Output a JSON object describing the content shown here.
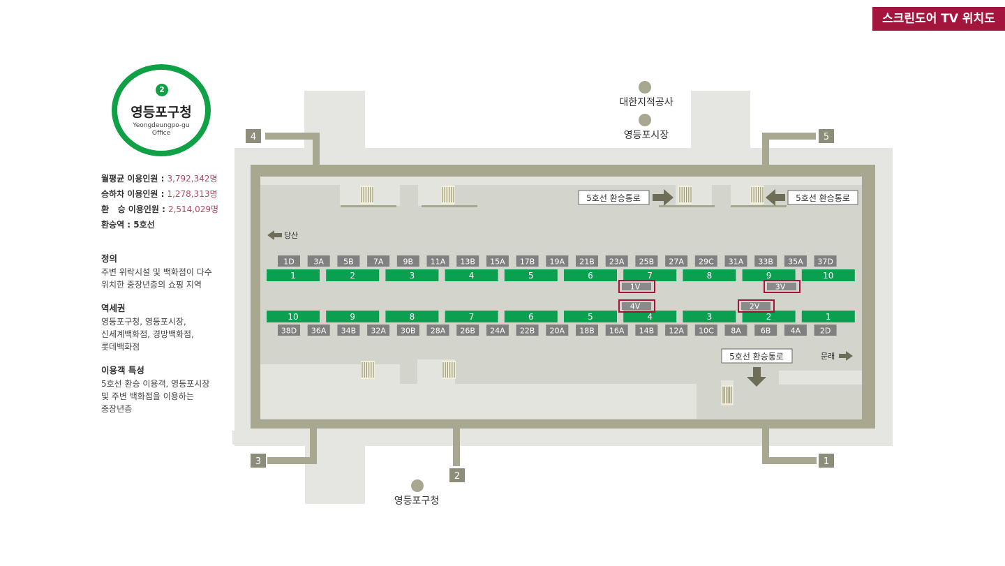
{
  "title": "스크린도어 TV 위치도",
  "station": {
    "line_number": "2",
    "name_ko": "영등포구청",
    "name_en_1": "Yeongdeungpo-gu",
    "name_en_2": "Office",
    "line_color": "#10a147"
  },
  "stats": [
    {
      "label": "월평균 이용인원 :",
      "value": "3,792,342명"
    },
    {
      "label": "승하차 이용인원 :",
      "value": "1,278,313명"
    },
    {
      "label": "환   승 이용인원 :",
      "value": "2,514,029명"
    },
    {
      "label": "환승역 : 5호선",
      "value": ""
    }
  ],
  "info": [
    {
      "heading": "정의",
      "lines": [
        "주변 위락시설 및 백화점이 다수",
        "위치한 중장년층의 쇼핑 지역"
      ]
    },
    {
      "heading": "역세권",
      "lines": [
        "영등포구청, 영등포시장,",
        "신세계백화점, 경방백화점,",
        "롯데백화점"
      ]
    },
    {
      "heading": "이용객 특성",
      "lines": [
        "5호선 환승 이용객, 영등포시장",
        "및 주변 백화점을 이용하는",
        "중장년층"
      ]
    }
  ],
  "landmarks": {
    "top1": "대한지적공사",
    "top2": "영등포시장",
    "bottom": "영등포구청"
  },
  "exits": [
    "4",
    "5",
    "3",
    "2",
    "1"
  ],
  "transfer_label": "5호선 환승통로",
  "directions": {
    "left": "당산",
    "right": "문래"
  },
  "top_codes": [
    "1D",
    "3A",
    "5B",
    "7A",
    "9B",
    "11A",
    "13B",
    "15A",
    "17B",
    "19A",
    "21B",
    "23A",
    "25B",
    "27A",
    "29C",
    "31A",
    "33B",
    "35A",
    "37D"
  ],
  "top_cars": [
    "1",
    "2",
    "3",
    "4",
    "5",
    "6",
    "7",
    "8",
    "9",
    "10"
  ],
  "bottom_cars": [
    "10",
    "9",
    "8",
    "7",
    "6",
    "5",
    "4",
    "3",
    "2",
    "1"
  ],
  "bottom_codes": [
    "38D",
    "36A",
    "34B",
    "32A",
    "30B",
    "28A",
    "26B",
    "24A",
    "22B",
    "20A",
    "18B",
    "16A",
    "14B",
    "12A",
    "10C",
    "8A",
    "6B",
    "4A",
    "2D"
  ],
  "tv_markers": [
    "1V",
    "3V",
    "4V",
    "2V"
  ],
  "colors": {
    "accent": "#a3153d",
    "car": "#0aa04f",
    "wall": "#a8a891",
    "code_box": "#808080",
    "stat_value": "#b3475d"
  }
}
